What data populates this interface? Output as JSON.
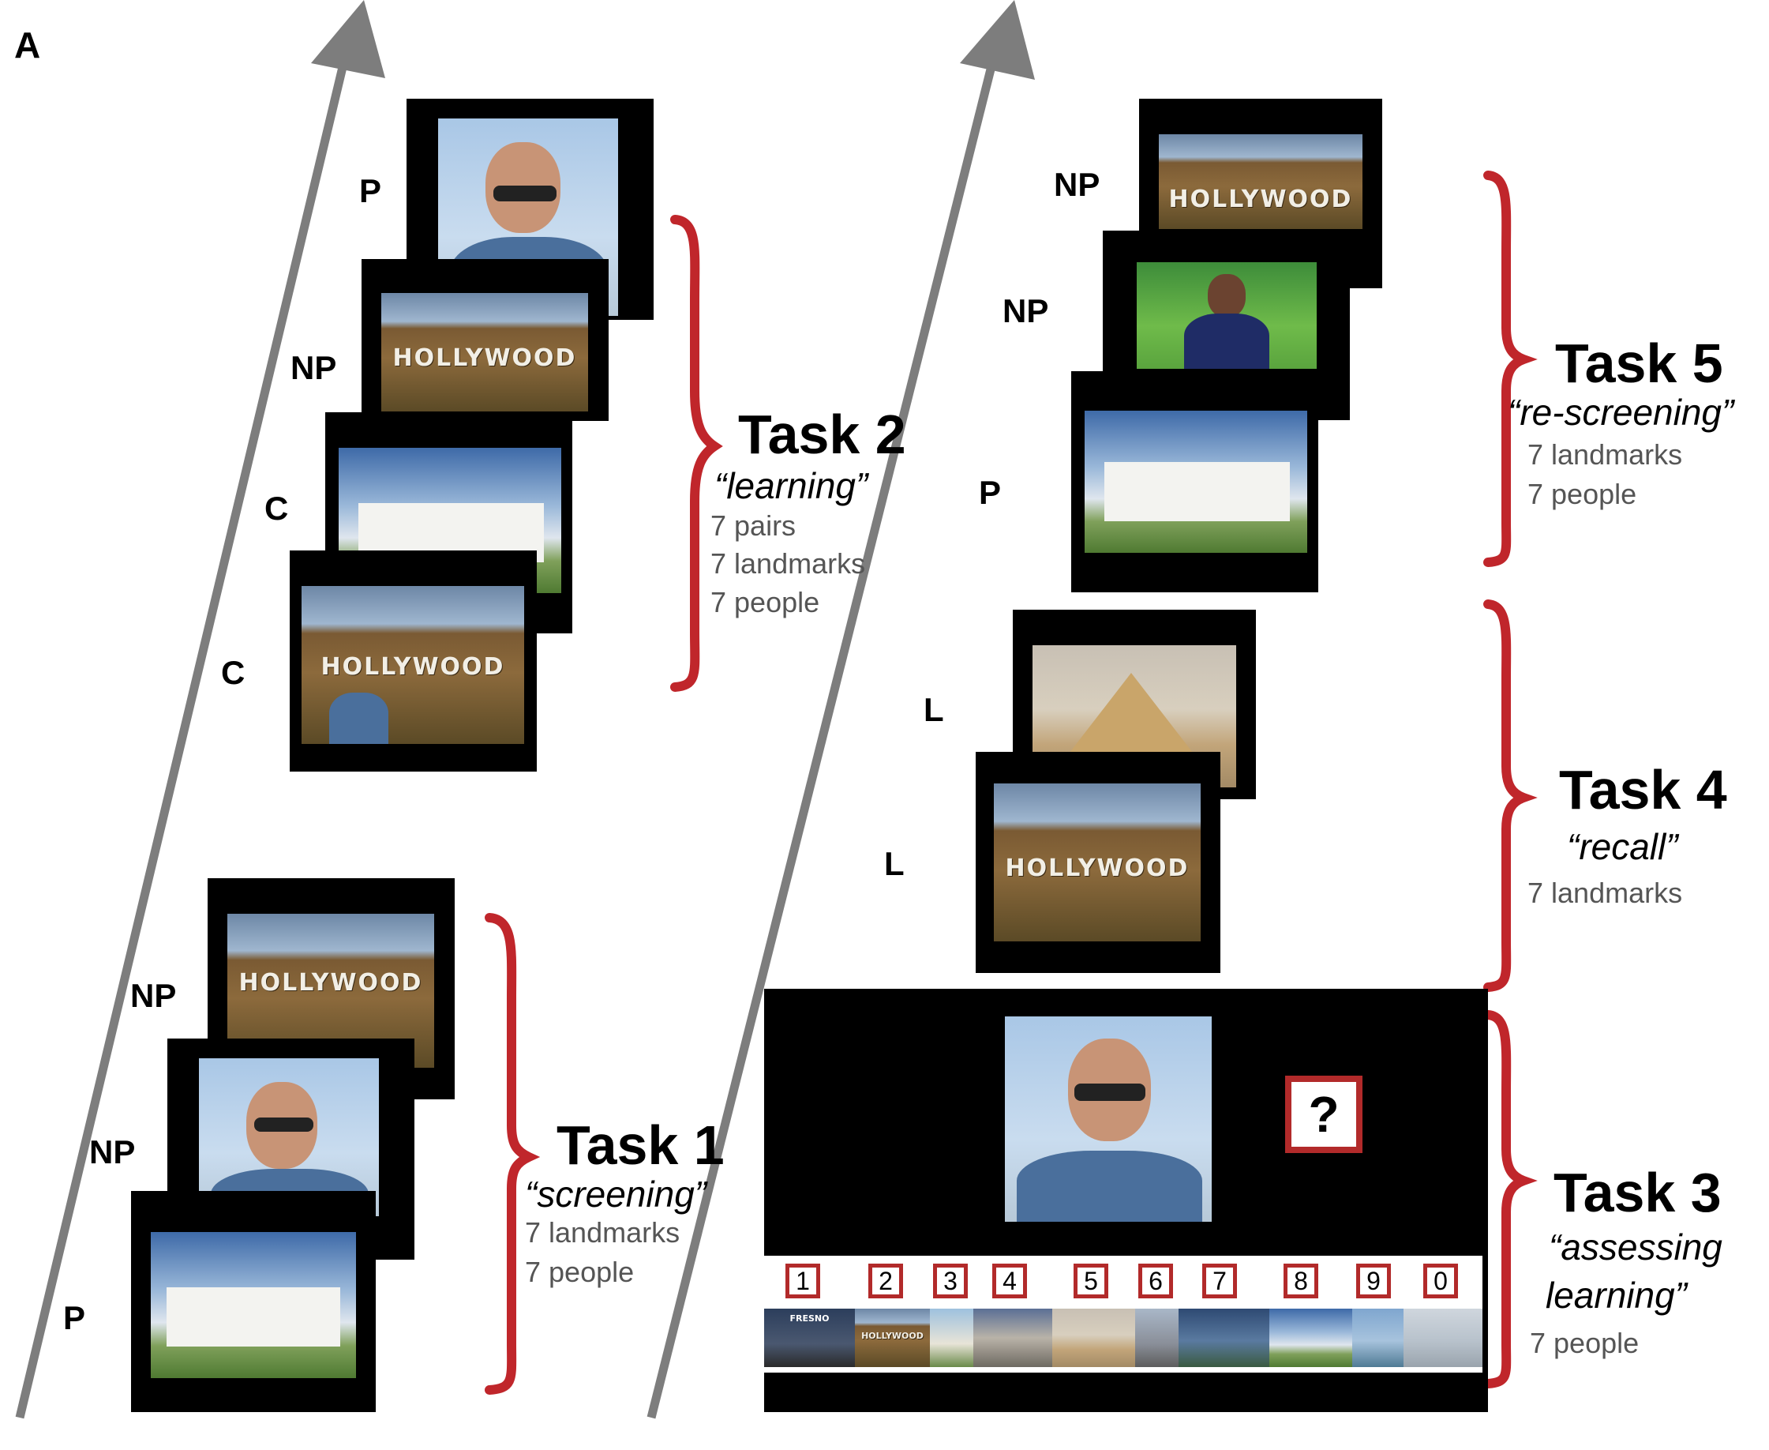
{
  "panel_label": "A",
  "colors": {
    "brace": "#c0262b",
    "arrow": "#7d7d7d",
    "frame": "#000000"
  },
  "tasks": {
    "task1": {
      "title": "Task 1",
      "subtitle": "“screening”",
      "lines": [
        "7 landmarks",
        "7 people"
      ]
    },
    "task2": {
      "title": "Task 2",
      "subtitle": "“learning”",
      "lines": [
        "7 pairs",
        "7 landmarks",
        "7 people"
      ]
    },
    "task3": {
      "title": "Task 3",
      "subtitle_line1": "“assessing",
      "subtitle_line2": "learning”",
      "lines": [
        "7 people"
      ]
    },
    "task4": {
      "title": "Task 4",
      "subtitle": "“recall”",
      "lines": [
        "7 landmarks"
      ]
    },
    "task5": {
      "title": "Task 5",
      "subtitle": "“re-screening”",
      "lines": [
        "7 landmarks",
        "7 people"
      ]
    }
  },
  "trial_labels": {
    "task1": [
      "NP",
      "NP",
      "P"
    ],
    "task2": [
      "P",
      "NP",
      "C",
      "C"
    ],
    "task4": [
      "L",
      "L"
    ],
    "task5": [
      "NP",
      "NP",
      "P"
    ]
  },
  "hollywood_text": "HOLLYWOOD",
  "question_mark": "?",
  "response_keys": [
    "1",
    "2",
    "3",
    "4",
    "5",
    "6",
    "7",
    "8",
    "9",
    "0"
  ],
  "landmark_thumbnails": [
    {
      "icon": "fresno-arch-thumbnail",
      "caption": "FRESNO"
    },
    {
      "icon": "hollywood-sign-thumbnail",
      "caption": "HOLLYWOOD"
    },
    {
      "icon": "leaning-tower-thumbnail",
      "caption": ""
    },
    {
      "icon": "mount-rushmore-thumbnail",
      "caption": ""
    },
    {
      "icon": "pyramid-thumbnail",
      "caption": ""
    },
    {
      "icon": "eiffel-tower-thumbnail",
      "caption": ""
    },
    {
      "icon": "modern-building-thumbnail",
      "caption": ""
    },
    {
      "icon": "white-house-thumbnail",
      "caption": ""
    },
    {
      "icon": "statue-of-liberty-thumbnail",
      "caption": ""
    },
    {
      "icon": "golden-gate-bridge-thumbnail",
      "caption": ""
    }
  ]
}
